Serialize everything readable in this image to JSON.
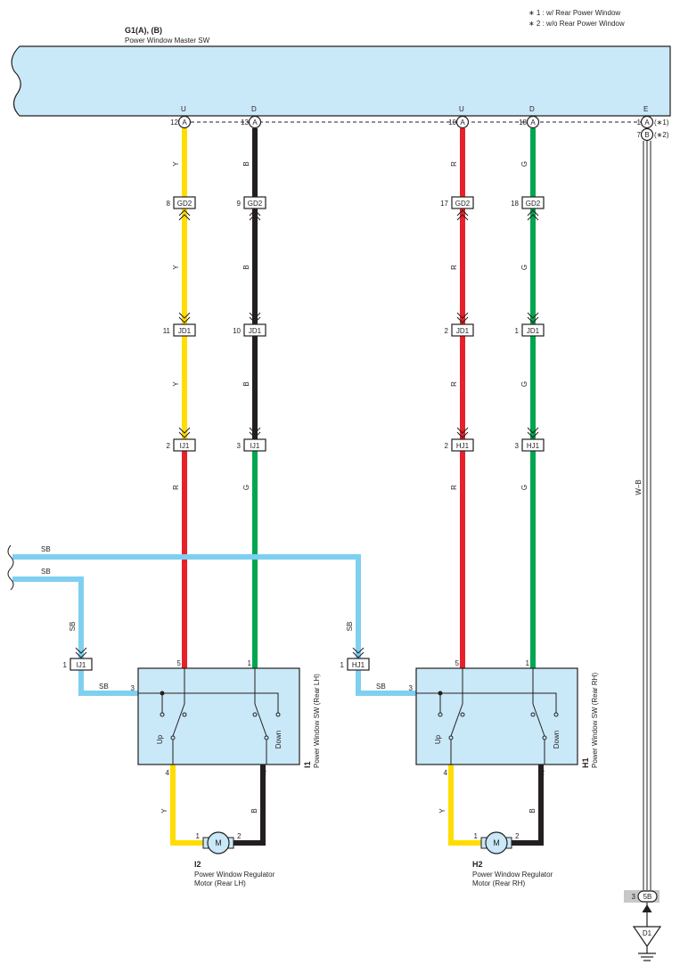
{
  "notes": [
    "∗ 1 : w/ Rear Power Window",
    "∗ 2 : w/o Rear Power Window"
  ],
  "master": {
    "id": "G1(A), (B)",
    "name": "Power Window Master SW",
    "pins": [
      {
        "func": "U",
        "num": "12",
        "conn": "A"
      },
      {
        "func": "D",
        "num": "13",
        "conn": "A"
      },
      {
        "func": "U",
        "num": "10",
        "conn": "A"
      },
      {
        "func": "D",
        "num": "18",
        "conn": "A"
      },
      {
        "func": "E",
        "num": "1",
        "conn": "A",
        "note": "(∗1)"
      },
      {
        "num": "7",
        "conn": "B",
        "note": "(∗2)"
      }
    ]
  },
  "wires": {
    "y": "Y",
    "b": "B",
    "r": "R",
    "g": "G",
    "sb": "SB",
    "wb": "W–B"
  },
  "junctions": {
    "gd2": [
      {
        "num": "8",
        "label": "GD2"
      },
      {
        "num": "9",
        "label": "GD2"
      },
      {
        "num": "17",
        "label": "GD2"
      },
      {
        "num": "18",
        "label": "GD2"
      }
    ],
    "jd1": [
      {
        "num": "11",
        "label": "JD1"
      },
      {
        "num": "10",
        "label": "JD1"
      },
      {
        "num": "2",
        "label": "JD1"
      },
      {
        "num": "1",
        "label": "JD1"
      }
    ],
    "lower": [
      {
        "num": "2",
        "label": "IJ1"
      },
      {
        "num": "3",
        "label": "IJ1"
      },
      {
        "num": "2",
        "label": "HJ1"
      },
      {
        "num": "3",
        "label": "HJ1"
      }
    ],
    "sb_left": {
      "num": "1",
      "label": "IJ1"
    },
    "sb_right": {
      "num": "1",
      "label": "HJ1"
    }
  },
  "switches": [
    {
      "id": "I1",
      "name": "Power Window SW (Rear LH)",
      "pin_top_left": "5",
      "pin_top_right": "1",
      "pin_side": "3",
      "pin_bottom_left": "4",
      "pin_bottom_right": "2",
      "up": "Up",
      "down": "Down"
    },
    {
      "id": "H1",
      "name": "Power Window SW (Rear RH)",
      "pin_top_left": "5",
      "pin_top_right": "1",
      "pin_side": "3",
      "pin_bottom_left": "4",
      "pin_bottom_right": "2",
      "up": "Up",
      "down": "Down"
    }
  ],
  "motors": [
    {
      "id": "I2",
      "line1": "Power Window Regulator",
      "line2": "Motor (Rear LH)",
      "symbol": "M",
      "pin1": "1",
      "pin2": "2"
    },
    {
      "id": "H2",
      "line1": "Power Window Regulator",
      "line2": "Motor (Rear RH)",
      "symbol": "M",
      "pin1": "1",
      "pin2": "2"
    }
  ],
  "ground_conn": {
    "num": "3",
    "label": "5B"
  },
  "ground": {
    "label": "D1"
  },
  "colors": {
    "body": "#c9e8f8",
    "yellow": "#ffdd00",
    "black": "#231f20",
    "red": "#e8202a",
    "green": "#00a650",
    "skyblue": "#7fd0f0"
  }
}
